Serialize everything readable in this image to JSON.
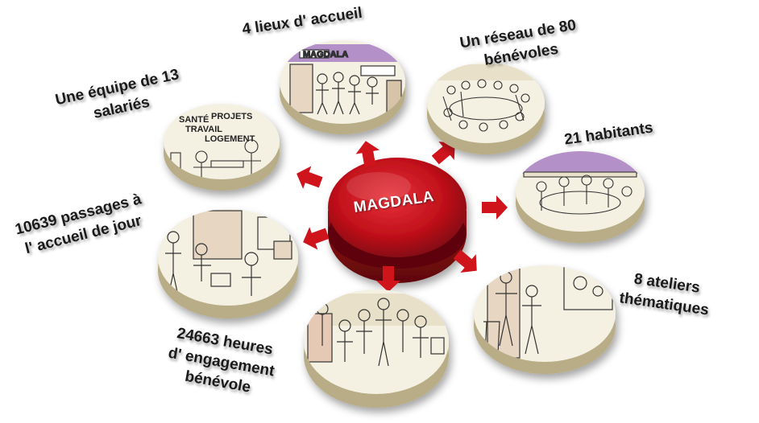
{
  "center": {
    "label": "MAGDALA",
    "color": "#c0101a"
  },
  "nodes": [
    {
      "id": "lieux",
      "lines": [
        "4 lieux d' accueil"
      ]
    },
    {
      "id": "benevoles",
      "lines": [
        "Un réseau de 80",
        "bénévoles"
      ]
    },
    {
      "id": "habitants",
      "lines": [
        "21 habitants"
      ]
    },
    {
      "id": "ateliers",
      "lines": [
        "8 ateliers",
        "thématiques"
      ]
    },
    {
      "id": "heures",
      "lines": [
        "24663 heures",
        "d' engagement",
        "bénévole"
      ]
    },
    {
      "id": "passages",
      "lines": [
        "10639 passages à",
        "l' accueil de jour"
      ]
    },
    {
      "id": "salaries",
      "lines": [
        "Une équipe de 13",
        "salariés"
      ]
    }
  ],
  "scene_texts": {
    "sante": "SANTÉ",
    "projets": "PROJETS",
    "travail": "TRAVAIL",
    "logement": "LOGEMENT",
    "sign": "MAGDALA"
  },
  "colors": {
    "arrow": "#d0141c",
    "disc_top": "#f4f0e2",
    "disc_edge": "#d9cfa8",
    "purple": "#a77fc2"
  }
}
